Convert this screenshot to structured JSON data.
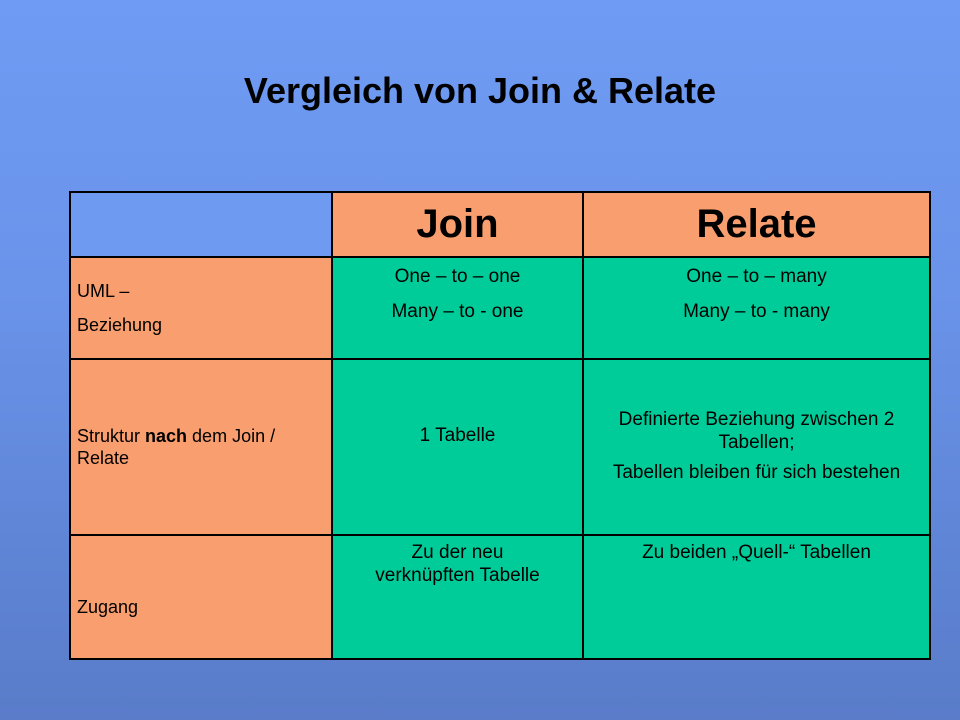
{
  "title": "Vergleich von Join & Relate",
  "table": {
    "headers": [
      "Join",
      "Relate"
    ],
    "rows": [
      {
        "label_lines": [
          "UML –",
          "Beziehung"
        ],
        "join_lines": [
          "One – to – one",
          "Many – to - one"
        ],
        "relate_lines": [
          "One – to – many",
          "Many – to - many"
        ]
      },
      {
        "label_pre": "Struktur ",
        "label_bold": "nach",
        "label_post": " dem Join / Relate",
        "join_lines": [
          "1 Tabelle"
        ],
        "relate_lines": [
          "Definierte Beziehung zwischen 2 Tabellen;",
          "Tabellen bleiben für sich bestehen"
        ]
      },
      {
        "label_lines": [
          "Zugang"
        ],
        "join_lines": [
          "Zu der neu verknüpften Tabelle"
        ],
        "relate_lines": [
          "Zu beiden „Quell-“ Tabellen"
        ]
      }
    ]
  },
  "colors": {
    "background": "#6a94ea",
    "header_fill": "#f99e6e",
    "cell_fill": "#00cc99",
    "corner_fill": "#6f9af2"
  }
}
